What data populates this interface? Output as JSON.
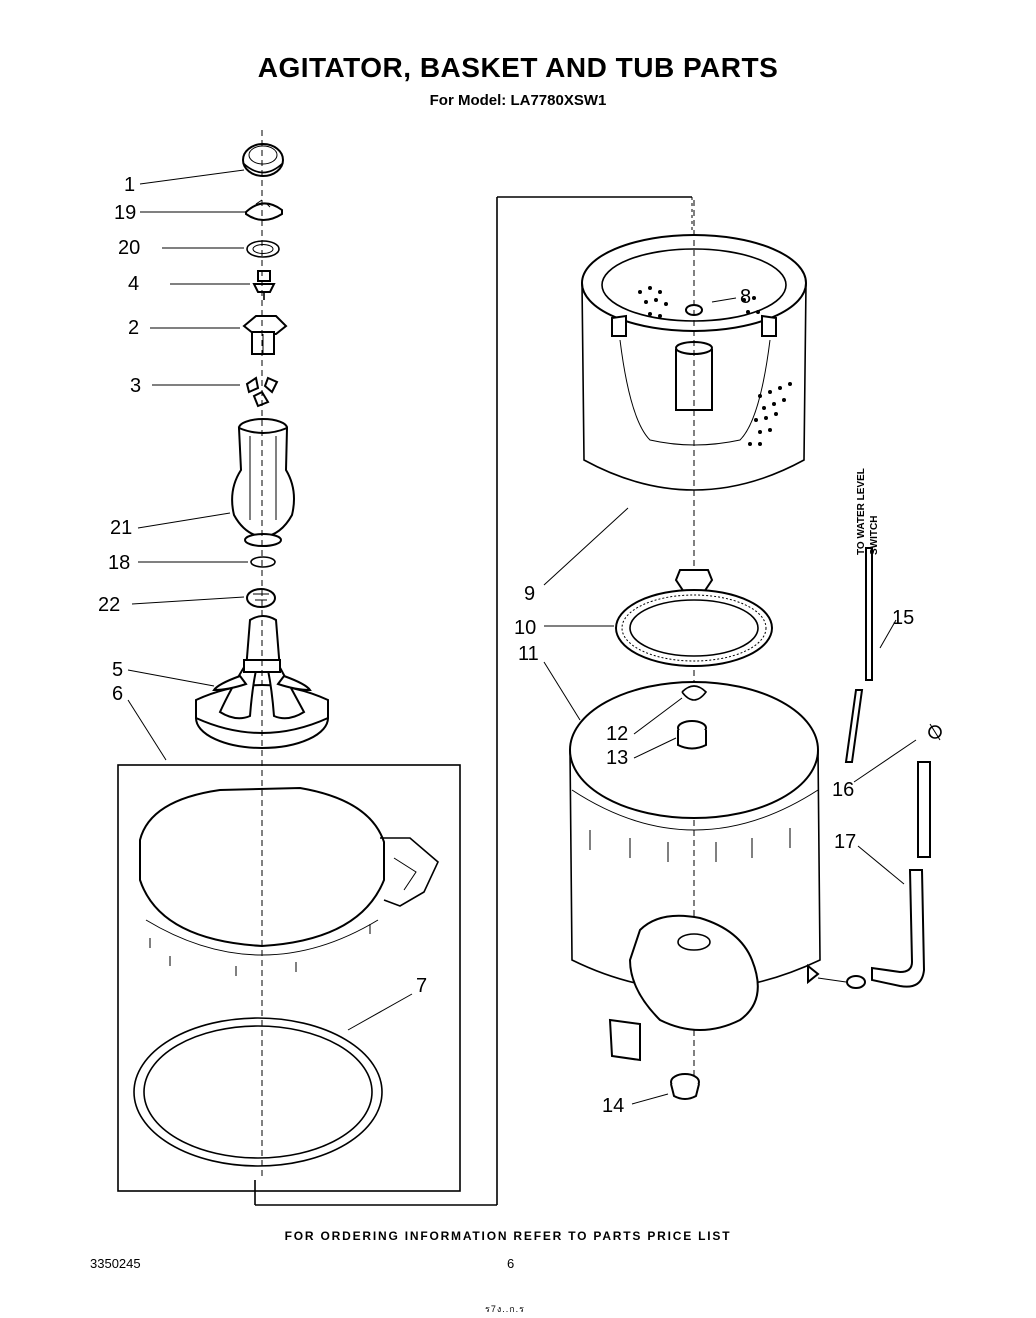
{
  "header": {
    "title": "AGITATOR, BASKET AND TUB PARTS",
    "subtitle": "For Model: LA7780XSW1"
  },
  "side_label": {
    "line1": "TO WATER LEVEL",
    "line2": "SWITCH"
  },
  "callouts": {
    "p1": "1",
    "p2": "2",
    "p3": "3",
    "p4": "4",
    "p5": "5",
    "p6": "6",
    "p7": "7",
    "p8": "8",
    "p9": "9",
    "p10": "10",
    "p11": "11",
    "p12": "12",
    "p13": "13",
    "p14": "14",
    "p15": "15",
    "p16": "16",
    "p17": "17",
    "p18": "18",
    "p19": "19",
    "p20": "20",
    "p21": "21",
    "p22": "22"
  },
  "footer": {
    "note": "FOR ORDERING INFORMATION REFER TO PARTS PRICE LIST",
    "doc_number": "3350245",
    "page_number": "6",
    "scan_mark": "ร7ง..ก.ร"
  }
}
